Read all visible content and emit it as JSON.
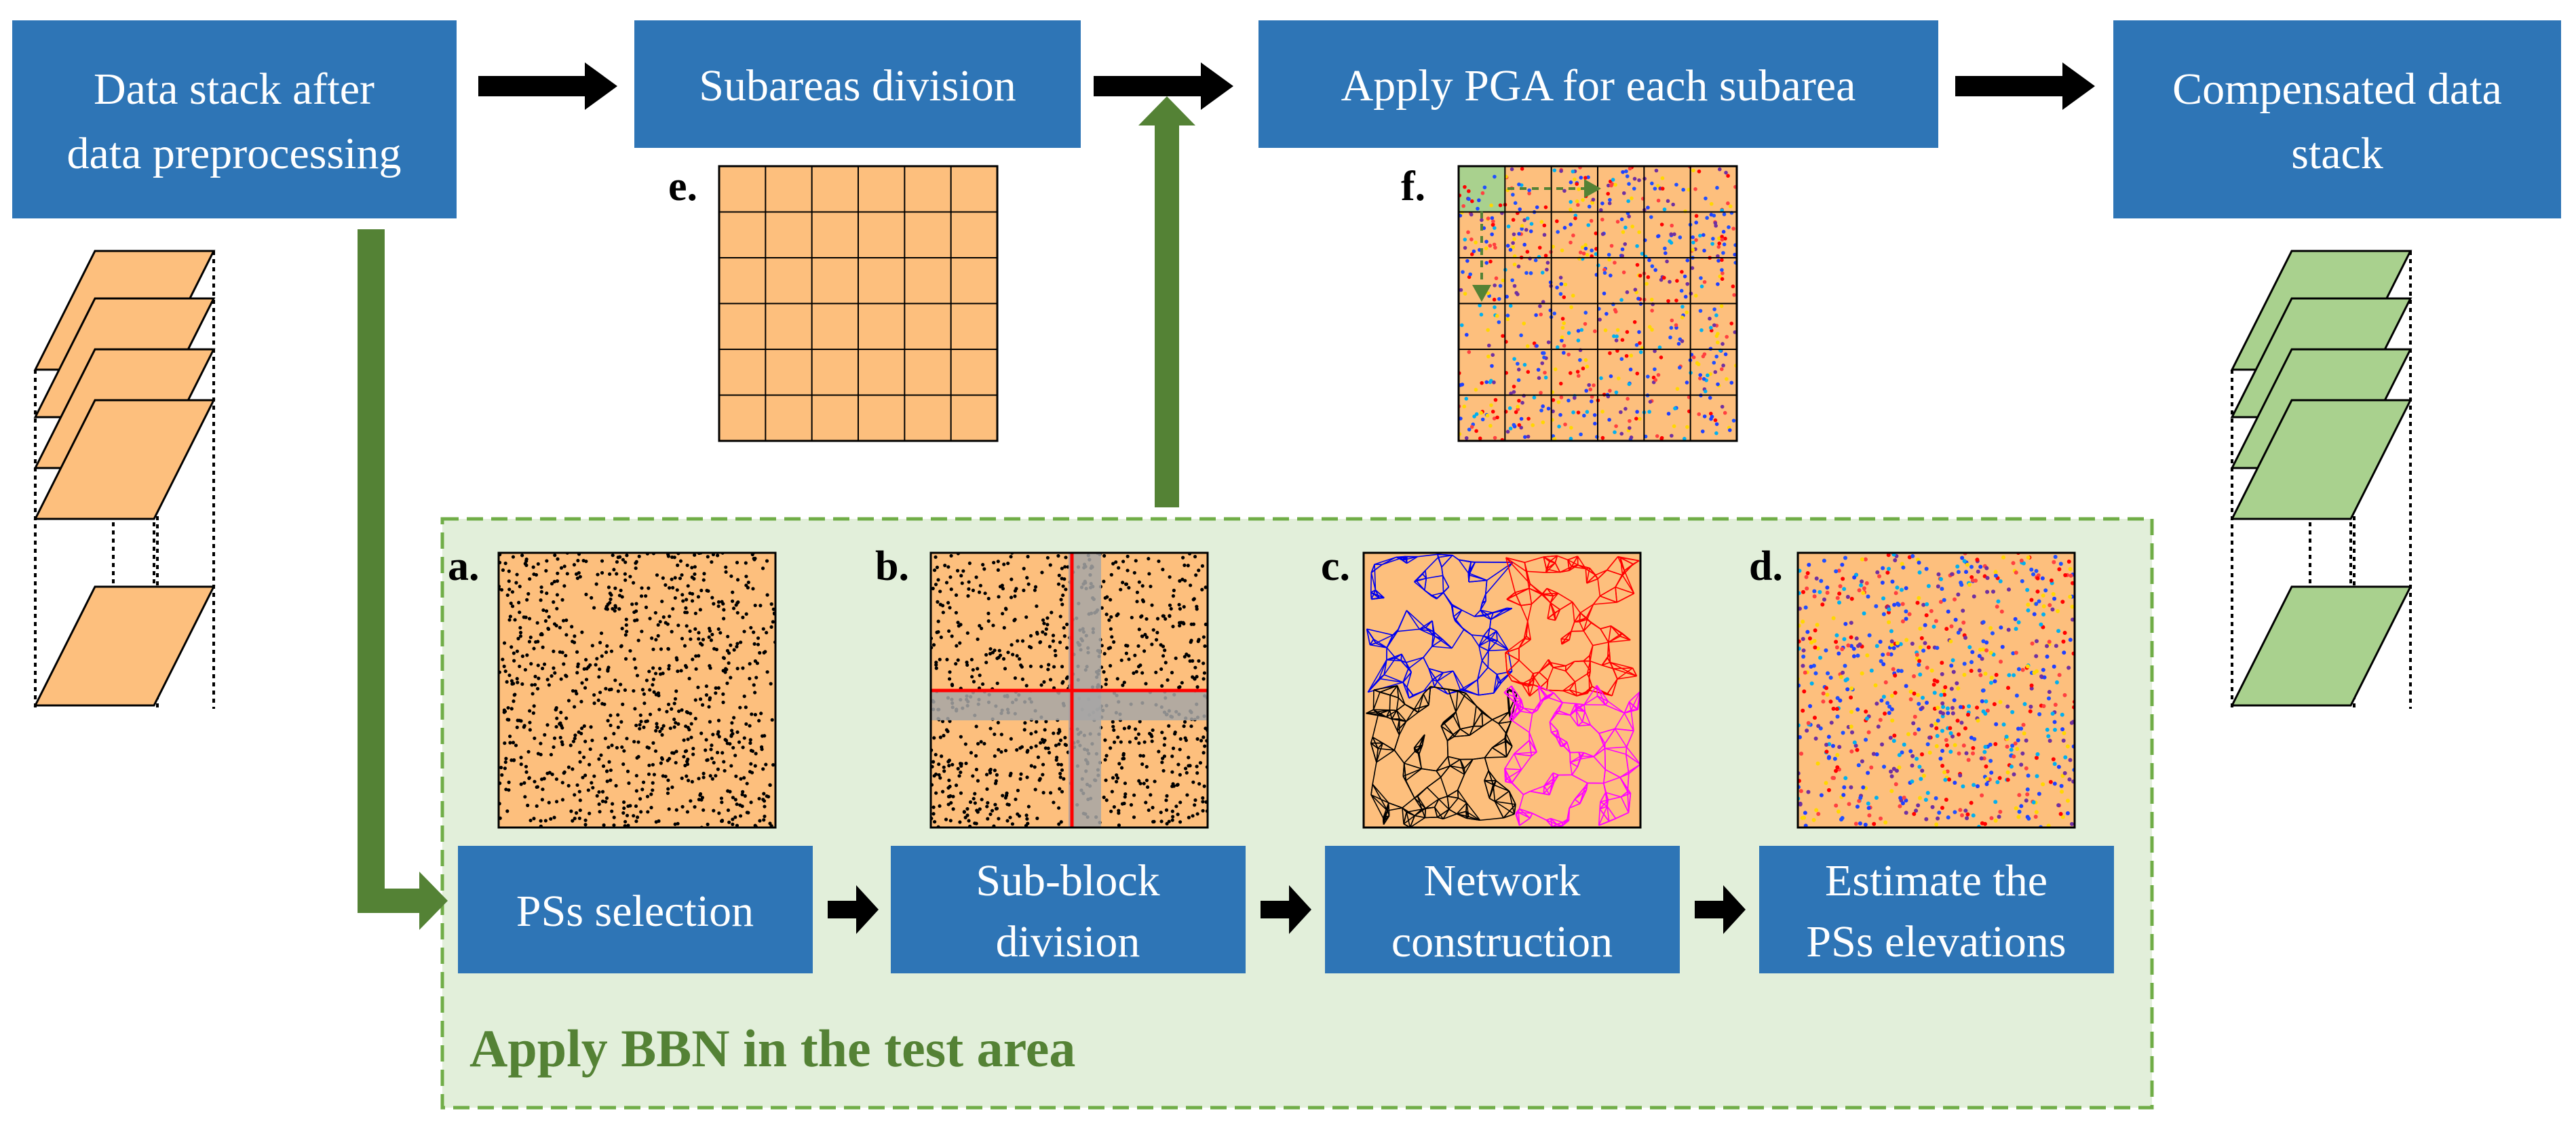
{
  "colors": {
    "box_fill": "#2e75b6",
    "box_text": "#ffffff",
    "arrow_black": "#000000",
    "arrow_green": "#548235",
    "stack_orange": "#fdbf7d",
    "stack_green": "#a9d18e",
    "bbn_background": "#e2efda",
    "bbn_border": "#70ad47",
    "divider_red": "#ff0000",
    "divider_band": "#a6a6a6",
    "network_blue": "#0000ee",
    "network_red": "#ff0000",
    "network_black": "#000000",
    "network_magenta": "#ff00ff"
  },
  "top_row": {
    "box1": [
      "Data stack after",
      "data preprocessing"
    ],
    "box2": [
      "Subareas division"
    ],
    "box3": [
      "Apply PGA for each subarea"
    ],
    "box4": [
      "Compensated data",
      "stack"
    ]
  },
  "bbn": {
    "title": "Apply BBN in the test area",
    "steps": [
      {
        "letter": "a.",
        "lines": [
          "PSs selection"
        ]
      },
      {
        "letter": "b.",
        "lines": [
          "Sub-block",
          "division"
        ]
      },
      {
        "letter": "c.",
        "lines": [
          "Network",
          "construction"
        ]
      },
      {
        "letter": "d.",
        "lines": [
          "Estimate the",
          "PSs elevations"
        ]
      }
    ]
  },
  "panels": {
    "e": {
      "letter": "e.",
      "grid": [
        6,
        6
      ]
    },
    "f": {
      "letter": "f.",
      "grid": [
        6,
        6
      ]
    }
  },
  "legend_icons": {
    "left_stack": "orange-layer-stack-icon",
    "right_stack": "green-layer-stack-icon"
  }
}
